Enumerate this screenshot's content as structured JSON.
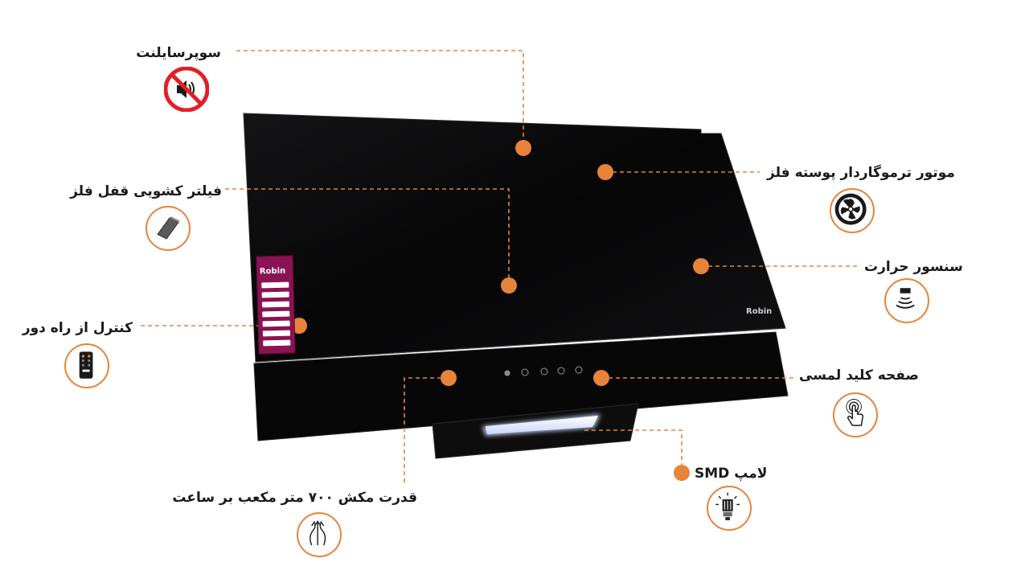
{
  "features": {
    "super_silent": "سوپرسایلنت",
    "motor": "موتور ترموگاردار پوسته فلز",
    "filter": "فیلتر کشویی قفل فلز",
    "heat_sensor": "سنسور حرارت",
    "remote": "کنترل از راه دور",
    "touch_panel": "صفحه کلید لمسی",
    "lamp": "لامپ SMD",
    "suction": "قدرت مکش ۷۰۰ متر مکعب بر ساعت"
  },
  "product": {
    "brand": "Robin"
  },
  "colors": {
    "accent": "#e8833a",
    "hood_body": "#0b0b0c",
    "sticker": "#8a1352"
  },
  "icons": {
    "super_silent": "muted-speaker-icon",
    "motor": "fan-icon",
    "filter": "filter-panel-icon",
    "heat_sensor": "heat-sensor-icon",
    "remote": "remote-control-icon",
    "touch_panel": "touch-finger-icon",
    "lamp": "led-bulb-icon",
    "suction": "airflow-icon"
  }
}
